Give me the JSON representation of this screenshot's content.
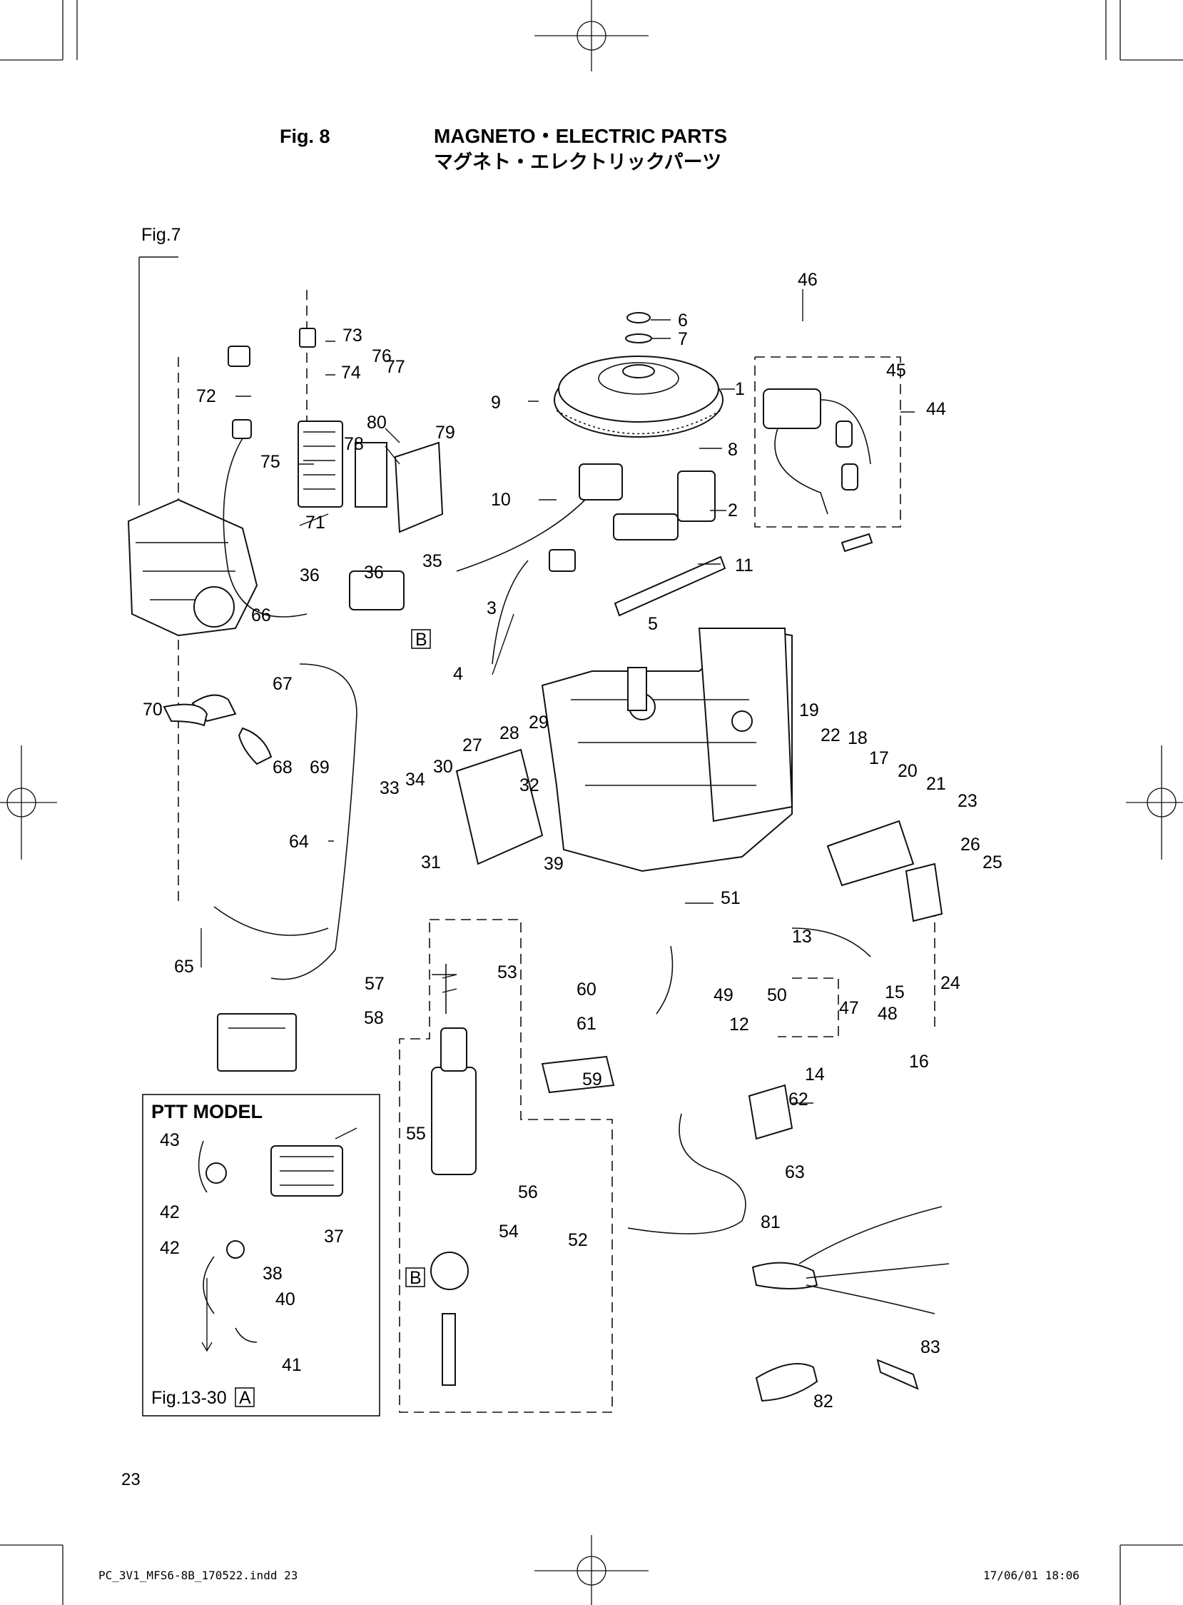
{
  "header": {
    "fig_number": "Fig. 8",
    "title": "MAGNETO・ELECTRIC PARTS",
    "title_jp": "マグネト・エレクトリックパーツ"
  },
  "refs": {
    "fig7": "Fig.7",
    "fig13_30": "Fig.13-30",
    "box_a": "A",
    "box_b": "B"
  },
  "ptt_model": "PTT MODEL",
  "page_number": "23",
  "footer": {
    "file": "PC_3V1_MFS6-8B_170522.indd   23",
    "timestamp": "17/06/01   18:06"
  },
  "callouts": [
    {
      "n": "1"
    },
    {
      "n": "2"
    },
    {
      "n": "3"
    },
    {
      "n": "4"
    },
    {
      "n": "5"
    },
    {
      "n": "6"
    },
    {
      "n": "7"
    },
    {
      "n": "8"
    },
    {
      "n": "9"
    },
    {
      "n": "10"
    },
    {
      "n": "11"
    },
    {
      "n": "12"
    },
    {
      "n": "13"
    },
    {
      "n": "14"
    },
    {
      "n": "15"
    },
    {
      "n": "16"
    },
    {
      "n": "17"
    },
    {
      "n": "18"
    },
    {
      "n": "19"
    },
    {
      "n": "20"
    },
    {
      "n": "21"
    },
    {
      "n": "22"
    },
    {
      "n": "23"
    },
    {
      "n": "24"
    },
    {
      "n": "25"
    },
    {
      "n": "26"
    },
    {
      "n": "27"
    },
    {
      "n": "28"
    },
    {
      "n": "29"
    },
    {
      "n": "30"
    },
    {
      "n": "31"
    },
    {
      "n": "32"
    },
    {
      "n": "33"
    },
    {
      "n": "34"
    },
    {
      "n": "35"
    },
    {
      "n": "36"
    },
    {
      "n": "36"
    },
    {
      "n": "37"
    },
    {
      "n": "38"
    },
    {
      "n": "39"
    },
    {
      "n": "40"
    },
    {
      "n": "41"
    },
    {
      "n": "42"
    },
    {
      "n": "42"
    },
    {
      "n": "43"
    },
    {
      "n": "44"
    },
    {
      "n": "45"
    },
    {
      "n": "46"
    },
    {
      "n": "47"
    },
    {
      "n": "48"
    },
    {
      "n": "49"
    },
    {
      "n": "50"
    },
    {
      "n": "51"
    },
    {
      "n": "52"
    },
    {
      "n": "53"
    },
    {
      "n": "54"
    },
    {
      "n": "55"
    },
    {
      "n": "56"
    },
    {
      "n": "57"
    },
    {
      "n": "58"
    },
    {
      "n": "59"
    },
    {
      "n": "60"
    },
    {
      "n": "61"
    },
    {
      "n": "62"
    },
    {
      "n": "63"
    },
    {
      "n": "64"
    },
    {
      "n": "65"
    },
    {
      "n": "66"
    },
    {
      "n": "67"
    },
    {
      "n": "68"
    },
    {
      "n": "69"
    },
    {
      "n": "70"
    },
    {
      "n": "71"
    },
    {
      "n": "72"
    },
    {
      "n": "73"
    },
    {
      "n": "74"
    },
    {
      "n": "75"
    },
    {
      "n": "76"
    },
    {
      "n": "77"
    },
    {
      "n": "78"
    },
    {
      "n": "79"
    },
    {
      "n": "80"
    },
    {
      "n": "81"
    },
    {
      "n": "82"
    },
    {
      "n": "83"
    }
  ]
}
